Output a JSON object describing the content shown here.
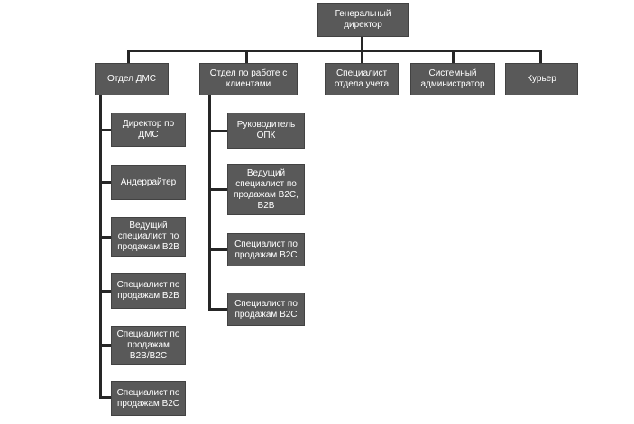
{
  "org_chart": {
    "root": {
      "label": "Генеральный директор"
    },
    "level2": [
      {
        "label": "Отдел ДМС"
      },
      {
        "label": "Отдел по работе с клиентами"
      },
      {
        "label": "Специалист отдела учета"
      },
      {
        "label": "Системный администратор"
      },
      {
        "label": "Курьер"
      }
    ],
    "dms_children": [
      {
        "label": "Директор по ДМС"
      },
      {
        "label": "Андеррайтер"
      },
      {
        "label": "Ведущий специалист по продажам B2B"
      },
      {
        "label": "Специалист по продажам B2B"
      },
      {
        "label": "Специалист по продажам B2B/B2C"
      },
      {
        "label": "Специалист по продажам B2C"
      }
    ],
    "client_dept_children": [
      {
        "label": "Руководитель ОПК"
      },
      {
        "label": "Ведущий специалист по продажам B2C, B2B"
      },
      {
        "label": "Специалист по продажам B2C"
      },
      {
        "label": "Специалист по продажам B2C"
      }
    ],
    "colors": {
      "node_fill": "#595959",
      "node_text": "#ffffff",
      "connector": "#262626",
      "background": "#ffffff"
    }
  }
}
